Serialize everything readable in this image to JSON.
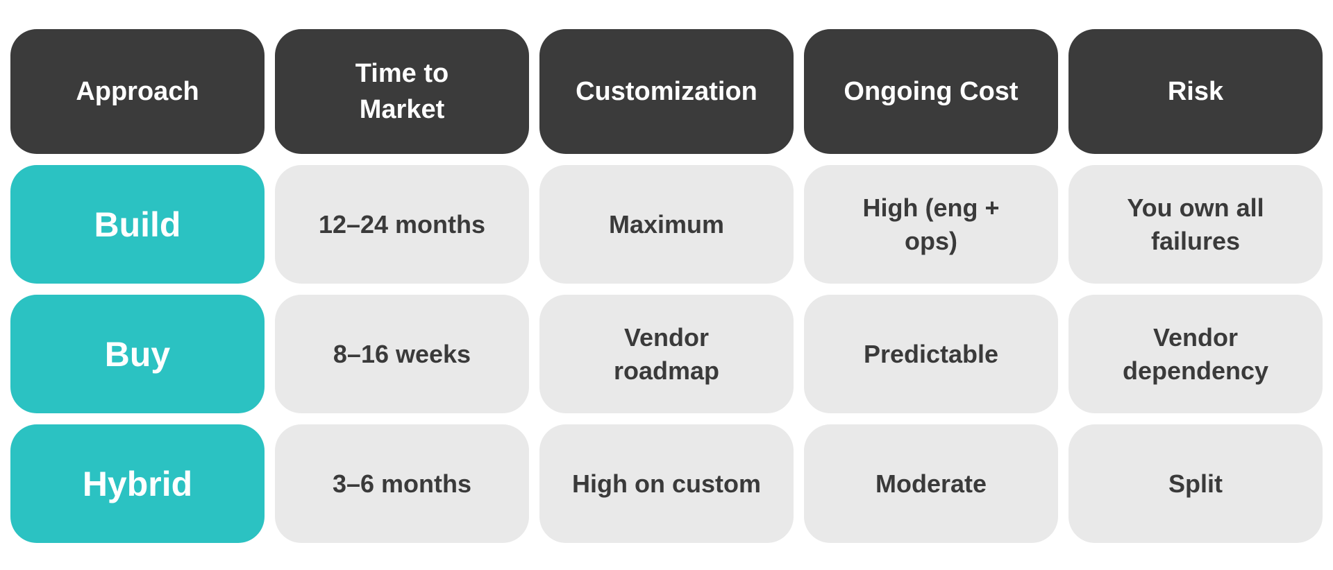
{
  "colors": {
    "header_bg": "#3b3b3b",
    "header_text": "#ffffff",
    "approach_bg": "#2bc2c2",
    "approach_text": "#ffffff",
    "cell_bg": "#e9e9e9",
    "cell_text": "#3a3a3a"
  },
  "table": {
    "headers": [
      "Approach",
      "Time to Market",
      "Customization",
      "Ongoing Cost",
      "Risk"
    ],
    "rows": [
      {
        "approach": "Build",
        "cells": [
          "12–24 months",
          "Maximum",
          "High (eng + ops)",
          "You own all failures"
        ]
      },
      {
        "approach": "Buy",
        "cells": [
          "8–16 weeks",
          "Vendor roadmap",
          "Predictable",
          "Vendor dependency"
        ]
      },
      {
        "approach": "Hybrid",
        "cells": [
          "3–6 months",
          "High on custom",
          "Moderate",
          "Split"
        ]
      }
    ]
  }
}
